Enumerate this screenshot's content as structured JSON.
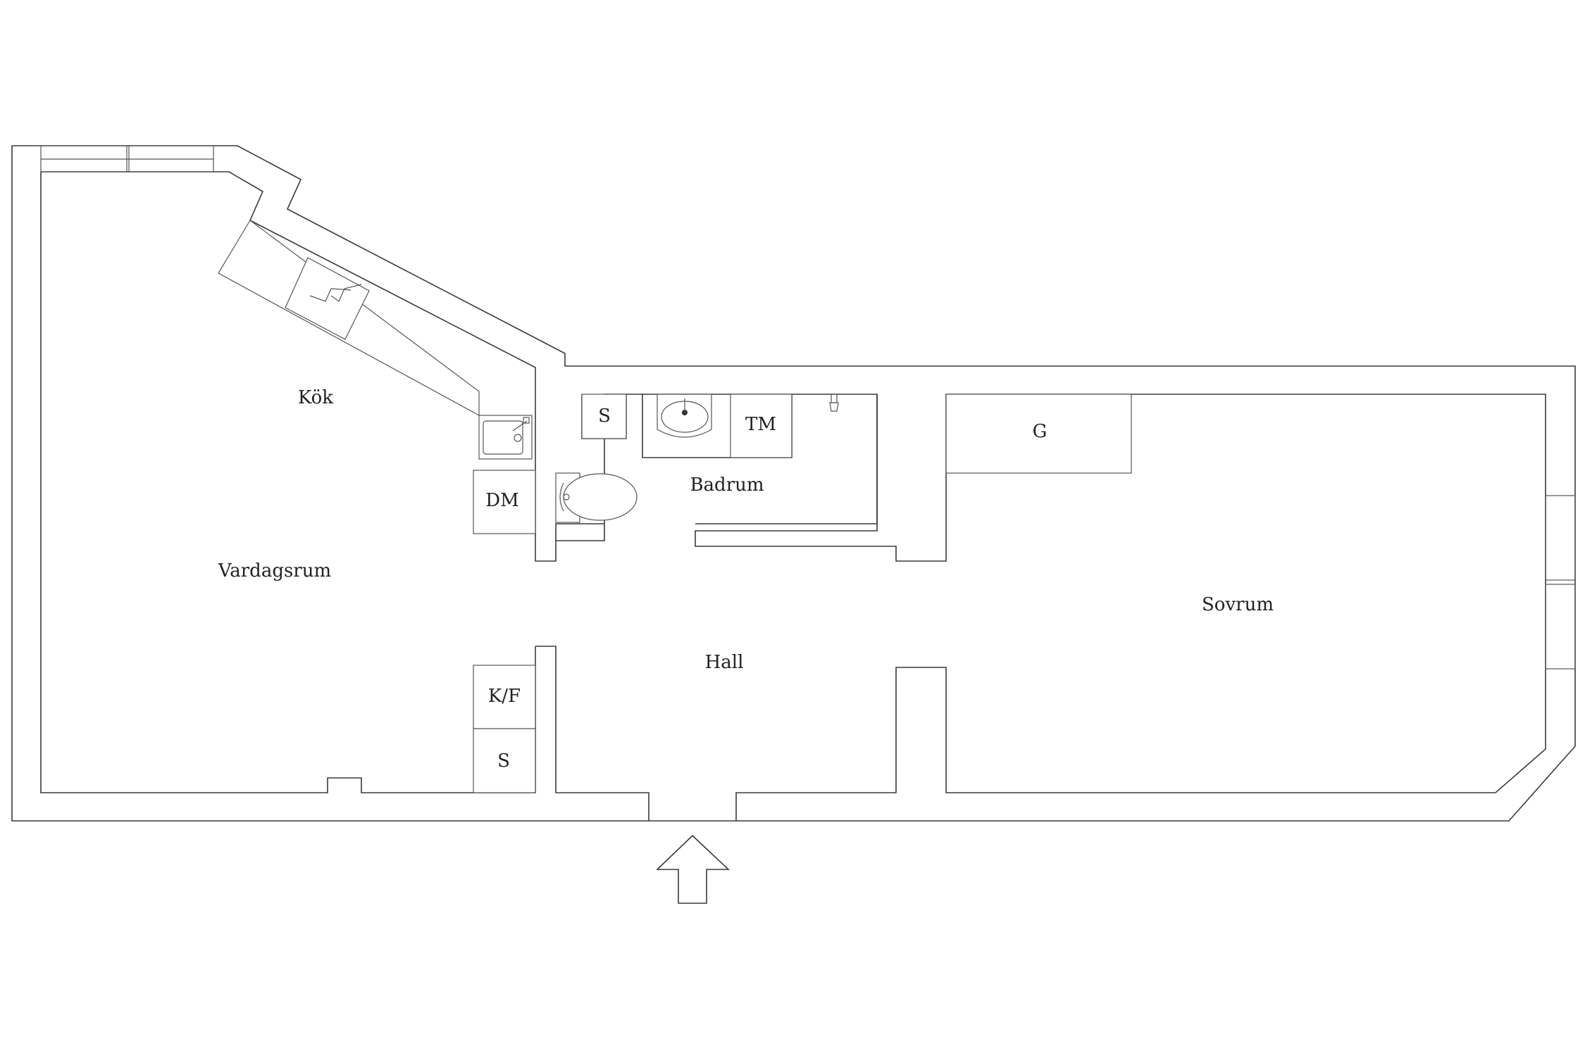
{
  "rooms": {
    "kok": "Kök",
    "vardagsrum": "Vardagsrum",
    "badrum": "Badrum",
    "hall": "Hall",
    "sovrum": "Sovrum"
  },
  "fixtures": {
    "dishwasher": "DM",
    "bath_cabinet": "S",
    "washing_machine": "TM",
    "wardrobe": "G",
    "fridge_freezer": "K/F",
    "storage": "S"
  },
  "entrance_arrow": "entrance-arrow-icon",
  "colors": {
    "line": "#3a3a3a",
    "background": "#ffffff"
  }
}
